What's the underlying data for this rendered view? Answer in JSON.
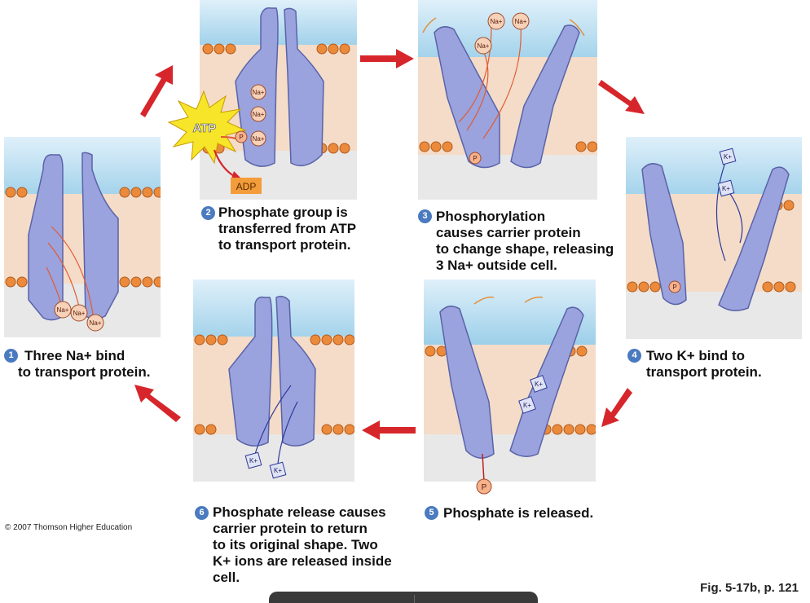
{
  "steps": [
    {
      "number": "1",
      "lines": [
        "Three Na+ bind",
        "to transport protein."
      ]
    },
    {
      "number": "2",
      "lines": [
        "Phosphate group is",
        "transferred from ATP",
        "to transport protein."
      ]
    },
    {
      "number": "3",
      "lines": [
        "Phosphorylation",
        "causes carrier protein",
        "to change shape, releasing",
        "3 Na+ outside cell."
      ]
    },
    {
      "number": "4",
      "lines": [
        "Two K+ bind to",
        "transport protein."
      ]
    },
    {
      "number": "5",
      "lines": [
        "Phosphate is released."
      ]
    },
    {
      "number": "6",
      "lines": [
        "Phosphate release causes",
        "carrier protein to return",
        "to its original shape. Two",
        "K+ ions are released inside",
        "cell."
      ]
    }
  ],
  "labels": {
    "atp": "ATP",
    "adp": "ADP",
    "na_ion": "Na+",
    "k_ion": "K+",
    "phosphate": "P"
  },
  "copyright": "© 2007 Thomson Higher Education",
  "figure_ref": "Fig. 5-17b, p. 121",
  "colors": {
    "outside": "#bfe0f2",
    "cytoplasm": "#e6e6e6",
    "lipid_head": "#ec8a3c",
    "protein": "#9aa3dd",
    "arrow_red": "#d6262b",
    "na_path": "#e25a33",
    "k_path": "#2d3a9a",
    "step_badge": "#4a7ac0"
  }
}
